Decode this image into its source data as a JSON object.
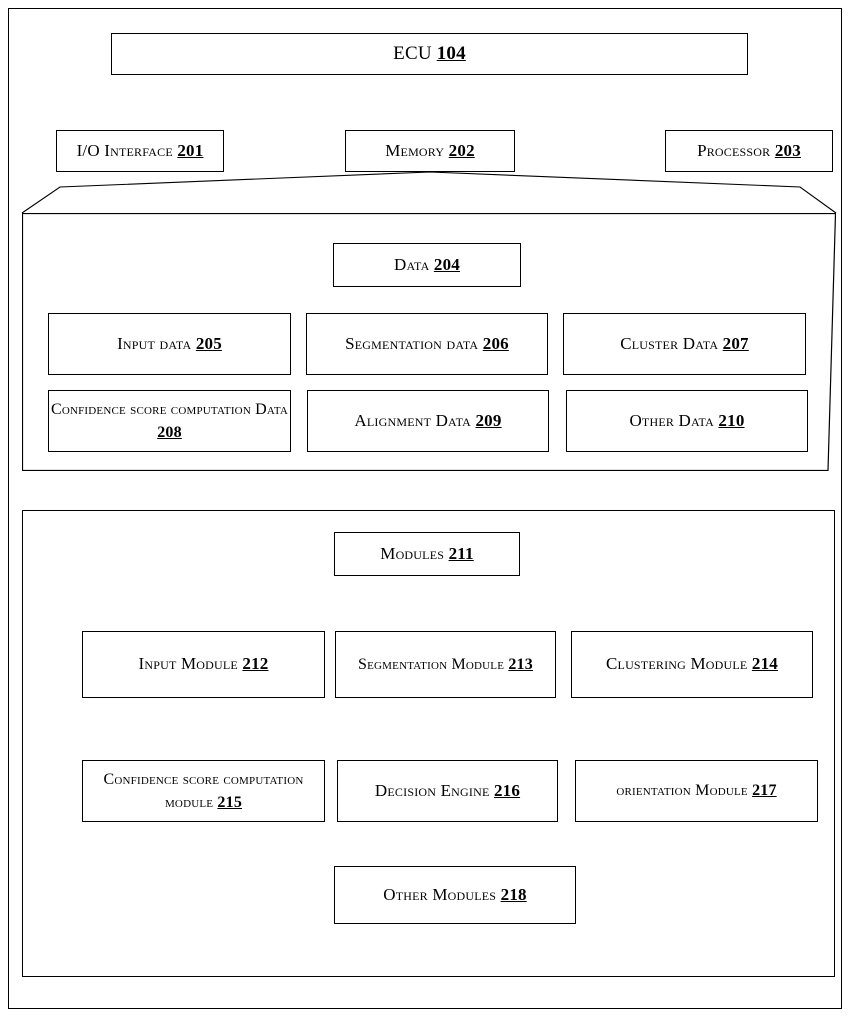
{
  "figure": {
    "type": "patent-block-diagram",
    "title": "ECU block diagram"
  },
  "ecu": {
    "name": "ECU",
    "ref": "104"
  },
  "components": [
    {
      "name": "I/O Interface",
      "ref": "201",
      "data_name": "io-interface-box"
    },
    {
      "name": "Memory",
      "ref": "202",
      "data_name": "memory-box"
    },
    {
      "name": "Processor",
      "ref": "203",
      "data_name": "processor-box"
    }
  ],
  "data_section": {
    "title": {
      "name": "Data",
      "ref": "204"
    },
    "items": [
      {
        "name": "Input data",
        "ref": "205"
      },
      {
        "name": "Segmentation data",
        "ref": "206"
      },
      {
        "name": "Cluster Data",
        "ref": "207"
      },
      {
        "name": "Confidence score computation Data",
        "ref": "208"
      },
      {
        "name": "Alignment Data",
        "ref": "209"
      },
      {
        "name": "Other Data",
        "ref": "210"
      }
    ]
  },
  "modules_section": {
    "title": {
      "name": "Modules",
      "ref": "211"
    },
    "items": [
      {
        "name": "Input Module",
        "ref": "212"
      },
      {
        "name": "Segmentation Module",
        "ref": "213"
      },
      {
        "name": "Clustering Module",
        "ref": "214"
      },
      {
        "name": "Confidence score computation module",
        "ref": "215"
      },
      {
        "name": "Decision Engine",
        "ref": "216"
      },
      {
        "name": "orientation Module",
        "ref": "217"
      },
      {
        "name": "Other Modules",
        "ref": "218"
      }
    ]
  },
  "style": {
    "line_color": "#000000",
    "background": "#ffffff"
  }
}
